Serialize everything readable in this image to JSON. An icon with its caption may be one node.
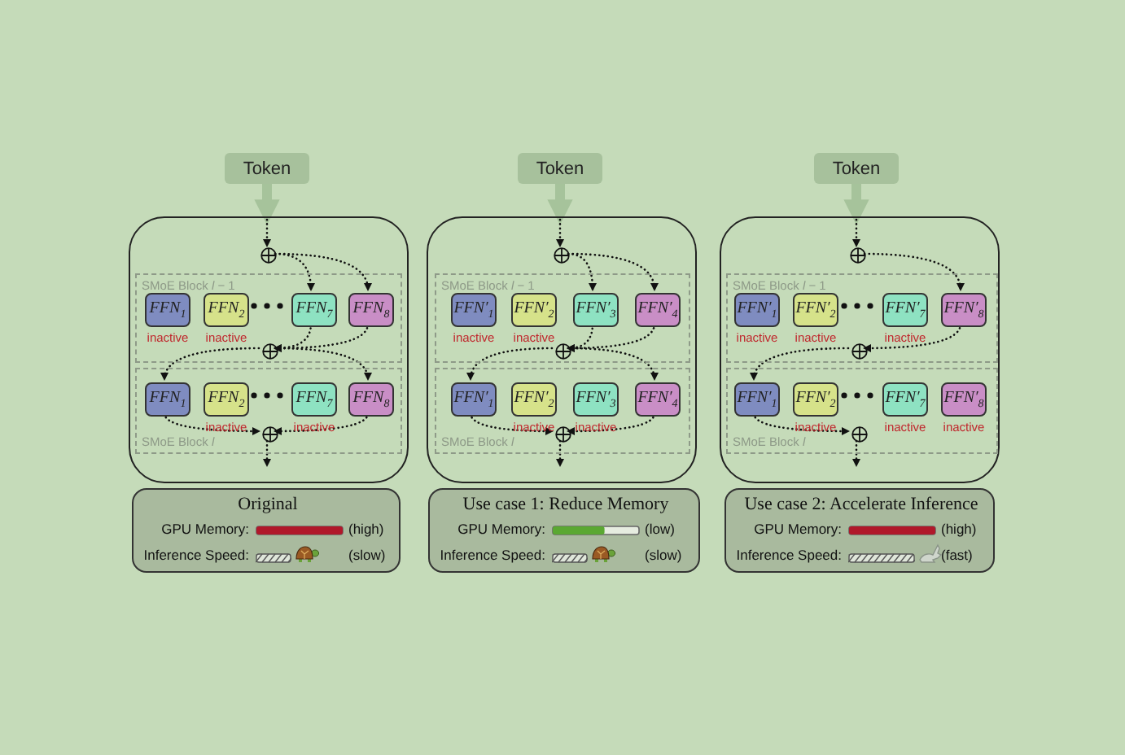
{
  "diagram": {
    "nodes": [
      {
        "text": [
          "Token"
        ]
      },
      {
        "text": [],
        "shape": "box"
      },
      {
        "text": [],
        "shape": "circle",
        "in": 1
      },
      {
        "text": [
          "SMoE Block *l* − 1"
        ],
        "in": 1
      },
      {
        "text": [
          "FFN$_{1}$"
        ],
        "in": 3,
        "beside": [
          "inactive"
        ]
      },
      {
        "text": [
          "FFN$_{2}$"
        ],
        "in": 3,
        "beside": [
          "inactive"
        ]
      },
      {
        "text": [
          "FFN$_{7}$"
        ],
        "in": 3
      },
      {
        "text": [
          "FFN$_{8}$"
        ],
        "in": 3
      },
      {
        "text": [],
        "shape": "circle",
        "in": 3
      },
      {
        "text": [
          "SMoE Block *l*"
        ],
        "in": 1
      },
      {
        "text": [
          "FFN$_{1}$"
        ],
        "in": 9
      },
      {
        "text": [
          "FFN$_{2}$"
        ],
        "in": 9,
        "beside": [
          "inactive"
        ]
      },
      {
        "text": [
          "FFN$_{7}$"
        ],
        "in": 9,
        "beside": [
          "inactive"
        ]
      },
      {
        "text": [
          "FFN$_{8}$"
        ],
        "in": 9
      },
      {
        "text": [],
        "shape": "circle",
        "in": 9
      },
      {
        "text": [
          "Original",
          "GPU Memory:",
          "(high)",
          "Inference Speed:",
          "(slow)"
        ]
      },
      {
        "text": [
          "Token"
        ]
      },
      {
        "text": [],
        "shape": "box"
      },
      {
        "text": [],
        "shape": "circle",
        "in": 17
      },
      {
        "text": [
          "SMoE Block *l* − 1"
        ],
        "in": 17
      },
      {
        "text": [
          "FFN′$_{1}$"
        ],
        "in": 19,
        "beside": [
          "inactive"
        ]
      },
      {
        "text": [
          "FFN′$_{2}$"
        ],
        "in": 19,
        "beside": [
          "inactive"
        ]
      },
      {
        "text": [
          "FFN′$_{3}$"
        ],
        "in": 19
      },
      {
        "text": [
          "FFN′$_{4}$"
        ],
        "in": 19
      },
      {
        "text": [],
        "shape": "circle",
        "in": 19
      },
      {
        "text": [
          "SMoE Block *l*"
        ],
        "in": 17
      },
      {
        "text": [
          "FFN′$_{1}$"
        ],
        "in": 25
      },
      {
        "text": [
          "FFN′$_{2}$"
        ],
        "in": 25,
        "beside": [
          "inactive"
        ]
      },
      {
        "text": [
          "FFN′$_{3}$"
        ],
        "in": 25,
        "beside": [
          "inactive"
        ]
      },
      {
        "text": [
          "FFN′$_{4}$"
        ],
        "in": 25
      },
      {
        "text": [],
        "shape": "circle",
        "in": 25
      },
      {
        "text": [
          "Use case 1: Reduce Memory",
          "GPU Memory:",
          "(low)",
          "Inference Speed:",
          "(slow)"
        ]
      },
      {
        "text": [
          "Token"
        ]
      },
      {
        "text": [],
        "shape": "box"
      },
      {
        "text": [],
        "shape": "circle",
        "in": 33
      },
      {
        "text": [
          "SMoE Block *l* − 1"
        ],
        "in": 33
      },
      {
        "text": [
          "FFN′$_{1}$"
        ],
        "in": 35,
        "beside": [
          "inactive"
        ]
      },
      {
        "text": [
          "FFN′$_{2}$"
        ],
        "in": 35,
        "beside": [
          "inactive"
        ]
      },
      {
        "text": [
          "FFN′$_{7}$"
        ],
        "in": 35,
        "beside": [
          "inactive"
        ]
      },
      {
        "text": [
          "FFN′$_{8}$"
        ],
        "in": 35
      },
      {
        "text": [],
        "shape": "circle",
        "in": 35
      },
      {
        "text": [
          "SMoE Block *l*"
        ],
        "in": 33
      },
      {
        "text": [
          "FFN′$_{1}$"
        ],
        "in": 41
      },
      {
        "text": [
          "FFN′$_{2}$"
        ],
        "in": 41,
        "beside": [
          "inactive"
        ]
      },
      {
        "text": [
          "FFN′$_{7}$"
        ],
        "in": 41,
        "beside": [
          "inactive"
        ]
      },
      {
        "text": [
          "FFN′$_{8}$"
        ],
        "in": 41,
        "beside": [
          "inactive"
        ]
      },
      {
        "text": [],
        "shape": "circle",
        "in": 41
      },
      {
        "text": [
          "Use case 2: Accelerate Inference",
          "GPU Memory:",
          "(high)",
          "Inference Speed:",
          "(fast)"
        ]
      }
    ],
    "edges": [
      {
        "from": 0,
        "to": 1,
        "arrow": "to",
        "style": "thick",
        "color": "#a6c39b"
      },
      {
        "from": null,
        "to": 2,
        "arrow": "to",
        "style": "dashed"
      },
      {
        "from": 2,
        "to": 6,
        "arrow": "to",
        "style": "dashed"
      },
      {
        "from": 2,
        "to": 7,
        "arrow": "to",
        "style": "dashed"
      },
      {
        "from": 6,
        "to": 8,
        "arrow": "to",
        "style": "dashed"
      },
      {
        "from": 7,
        "to": 8,
        "arrow": "to",
        "style": "dashed"
      },
      {
        "from": 8,
        "to": 10,
        "arrow": "to",
        "style": "dashed"
      },
      {
        "from": 8,
        "to": 13,
        "arrow": "to",
        "style": "dashed"
      },
      {
        "from": 10,
        "to": 14,
        "arrow": "to",
        "style": "dashed"
      },
      {
        "from": 13,
        "to": 14,
        "arrow": "to",
        "style": "dashed"
      },
      {
        "from": 14,
        "to": null,
        "arrow": "to",
        "style": "dashed"
      },
      {
        "from": 16,
        "to": 17,
        "arrow": "to",
        "style": "thick",
        "color": "#a6c39b"
      },
      {
        "from": null,
        "to": 18,
        "arrow": "to",
        "style": "dashed"
      },
      {
        "from": 18,
        "to": 22,
        "arrow": "to",
        "style": "dashed"
      },
      {
        "from": 18,
        "to": 23,
        "arrow": "to",
        "style": "dashed"
      },
      {
        "from": 22,
        "to": 24,
        "arrow": "to",
        "style": "dashed"
      },
      {
        "from": 23,
        "to": 24,
        "arrow": "to",
        "style": "dashed"
      },
      {
        "from": 24,
        "to": 26,
        "arrow": "to",
        "style": "dashed"
      },
      {
        "from": 24,
        "to": 29,
        "arrow": "to",
        "style": "dashed"
      },
      {
        "from": 26,
        "to": 30,
        "arrow": "to",
        "style": "dashed"
      },
      {
        "from": 29,
        "to": 30,
        "arrow": "to",
        "style": "dashed"
      },
      {
        "from": 30,
        "to": null,
        "arrow": "to",
        "style": "dashed"
      },
      {
        "from": 32,
        "to": 33,
        "arrow": "to",
        "style": "thick",
        "color": "#a6c39b"
      },
      {
        "from": null,
        "to": 34,
        "arrow": "to",
        "style": "dashed"
      },
      {
        "from": 34,
        "to": 39,
        "arrow": "to",
        "style": "dashed"
      },
      {
        "from": 39,
        "to": 40,
        "arrow": "to",
        "style": "dashed"
      },
      {
        "from": 40,
        "to": 42,
        "arrow": "to",
        "style": "dashed"
      },
      {
        "from": 42,
        "to": 46,
        "arrow": "to",
        "style": "dashed"
      },
      {
        "from": 46,
        "to": null,
        "arrow": "to",
        "style": "dashed"
      }
    ]
  }
}
